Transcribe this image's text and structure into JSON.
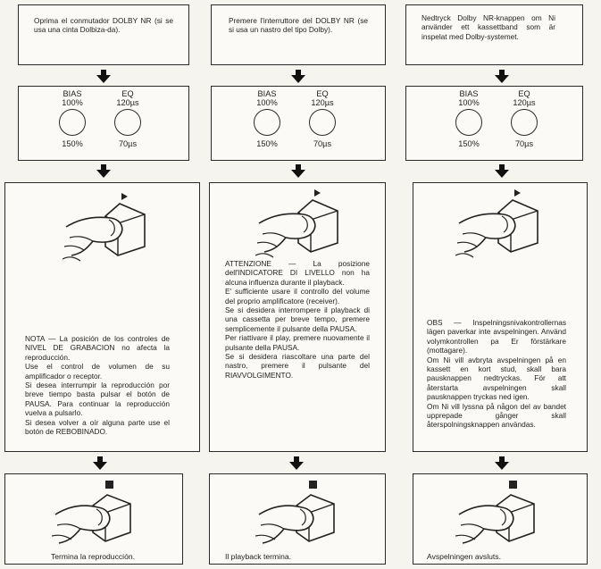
{
  "icons": {
    "arrow": "arrow-down-icon",
    "circle": "knob-dial-icon",
    "play_hand": "hand-pressing-play-icon",
    "stop_hand": "hand-pressing-stop-icon"
  },
  "colors": {
    "ink": "#1e1e1e",
    "paper": "#f6f4ee"
  },
  "knobs": {
    "bias": "BIAS",
    "bias_top": "100%",
    "bias_bottom": "150%",
    "eq": "EQ",
    "eq_top": "120µs",
    "eq_bottom": "70µs"
  },
  "columns": [
    {
      "step1": "Oprima el conmutador DOLBY NR (si se usa una cinta Dolbiza-da).",
      "note": "NOTA — La posición de los controles de NIVEL DE GRABACION no afecta la reproducción.\nUse el control de volumen de su amplificador o receptor.\nSi desea interrumpir la reproducción por breve tiempo basta pulsar el botón de PAUSA. Para continuar la reproducción vuelva a pulsarlo.\nSi desea volver a oír alguna parte use el botón de REBOBINADO.",
      "end": "Termina la reproducción."
    },
    {
      "step1": "Premere l'interruttore del DOLBY NR (se si usa un nastro del tipo Dolby).",
      "note": "ATTENZIONE — La posizione dell'INDICATORE DI LIVELLO non ha alcuna influenza durante il playback.\nE' sufficiente usare il controllo del volume del proprio amplificatore (receiver).\nSe si desidera interrompere il playback di una cassetta per breve tempo, premere semplicemente il pulsante della PAUSA.\nPer riattivare il play, premere nuovamente il pulsante della PAUSA.\nSe si desidera riascoltare una parte del nastro, premere il pulsante del RIAVVOLGIMENTO.",
      "end": "Il playback termina."
    },
    {
      "step1": "Nedtryck Dolby NR-knappen om Ni använder ett kassettband som är inspelat med Dolby-systemet.",
      "note": "OBS — Inspelningsnivakontrollernas lägen paverkar inte avspelningen. Använd volymkontrollen pa Er förstärkare (mottagare).\nOm Ni vill avbryta avspelningen på en kassett en kort stud, skall bara pausknappen nedtryckas. För att återstarta avspelningen skall pausknappen tryckas ned igen.\nOm Ni vill lyssna på någon del av bandet upprepade gånger skall återspolningsknappen användas.",
      "end": "Avspelningen avsluts."
    }
  ]
}
